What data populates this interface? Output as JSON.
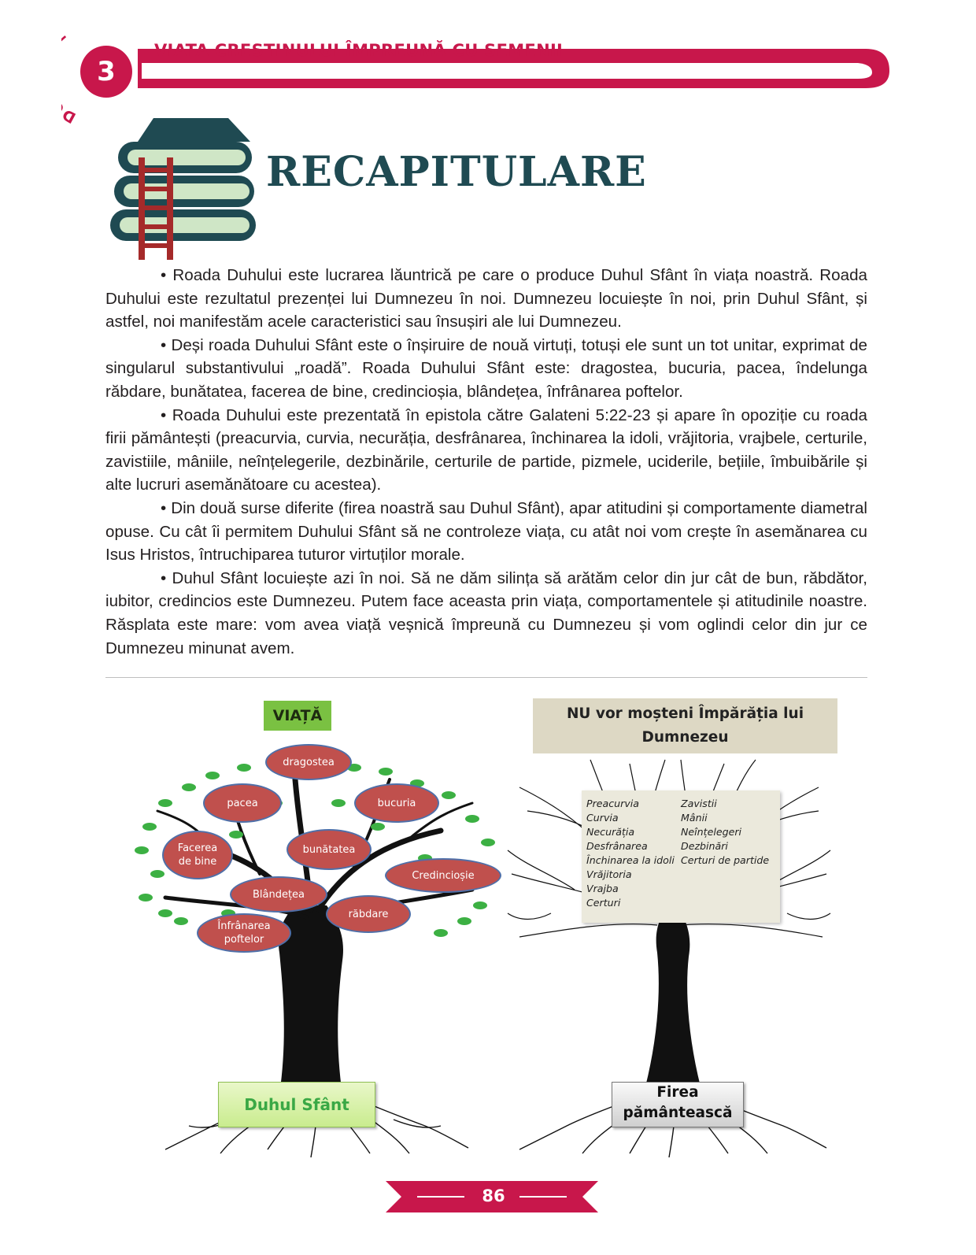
{
  "header": {
    "domain_word": "DOMENIUL",
    "domain_number": "3",
    "title": "VIATA CRESTINULUI ÎMPREUNĂ CU SEMENII",
    "accent_color": "#c8174b"
  },
  "section": {
    "title": "RECAPITULARE",
    "icon": "books-ladder-icon",
    "title_color": "#1f4a52"
  },
  "paragraphs": [
    "• Roada Duhului este lucrarea lăuntrică pe care o produce Duhul Sfânt în viața noastră. Roada Duhului este rezultatul prezenței lui Dumnezeu în noi. Dumnezeu locuiește în noi, prin Duhul Sfânt, și astfel, noi manifestăm acele caracteristici sau însușiri ale lui Dumnezeu.",
    "• Deși roada Duhului Sfânt este o înșiruire de nouă virtuți, totuși ele sunt un tot unitar, exprimat de singularul substantivului „roadă”. Roada Duhului Sfânt este: dragostea, bucuria, pacea, îndelunga răbdare, bunătatea, facerea de bine, credincioșia, blândețea, înfrânarea poftelor.",
    "• Roada Duhului este prezentată în epistola către Galateni 5:22-23 și apare în opoziție cu roada firii pământești (preacurvia, curvia, necurăția, desfrânarea, închinarea la idoli, vrăjitoria, vrajbele, certurile, zavistiile, mâniile, neînțelegerile, dezbinările, certurile de partide, pizmele, uciderile, bețiile, îmbuibările și alte lucruri asemănătoare cu acestea).",
    "• Din două surse diferite (firea noastră sau Duhul Sfânt), apar atitudini și comportamente diametral opuse. Cu cât îi permitem Duhului Sfânt să ne controleze viața, cu atât noi vom crește în asemănarea cu Isus Hristos, întruchiparea tuturor virtuților morale.",
    "• Duhul Sfânt locuiește azi în noi. Să ne dăm silința să arătăm celor din jur cât de bun, răbdător, iubitor, credincios este Dumnezeu. Putem face aceasta prin viața, comportamentele și atitudinile noastre. Răsplata este mare: vom avea viață veșnică împreună cu Dumnezeu și vom oglindi celor din jur ce Dumnezeu minunat avem."
  ],
  "diagram": {
    "left_label": "VIAȚĂ",
    "left_label_color": "#7ac142",
    "virtues": [
      "dragostea",
      "pacea",
      "bucuria",
      "Facerea de bine",
      "bunătatea",
      "Credincioșie",
      "Blândețea",
      "răbdare",
      "Înfrânarea poftelor"
    ],
    "virtue_color": "#c0504d",
    "left_root": "Duhul Sfânt",
    "right_label_line1": "NU vor moșteni Împărăția lui",
    "right_label_line2": "Dumnezeu",
    "sins_col1": [
      "Preacurvia",
      "Curvia",
      "Necurăția",
      "Desfrânarea",
      "Închinarea la idoli",
      "Vrăjitoria",
      "Vrajba",
      "Certuri"
    ],
    "sins_col2": [
      "Zavistii",
      "Mânii",
      "Neînțelegeri",
      "Dezbinări",
      "Certuri de partide"
    ],
    "right_root_line1": "Firea",
    "right_root_line2": "pământească"
  },
  "footer": {
    "page_number": "86"
  }
}
